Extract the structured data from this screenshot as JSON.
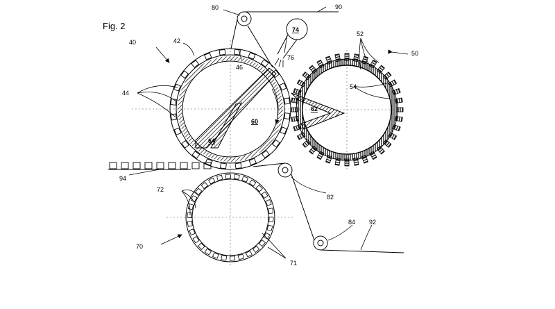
{
  "figure": {
    "title": "Fig. 2",
    "labels": {
      "l40": "40",
      "l42": "42",
      "l44": "44",
      "l46": "46",
      "l50": "50",
      "l52": "52",
      "l54": "54",
      "l60": "60",
      "l62": "62",
      "l64": "64",
      "l70": "70",
      "l71": "71",
      "l72": "72",
      "l74": "74",
      "l76": "76",
      "l80": "80",
      "l82": "82",
      "l84": "84",
      "l90": "90",
      "l92": "92",
      "l94": "94"
    }
  }
}
